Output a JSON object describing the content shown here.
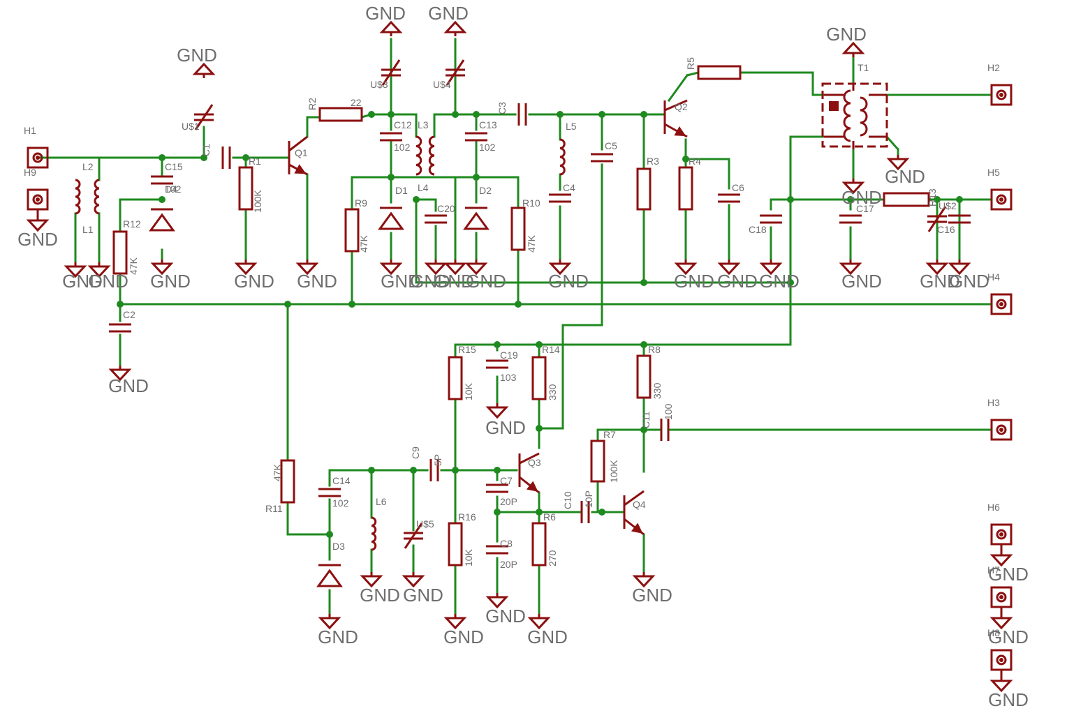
{
  "colors": {
    "wire": "#1f8a1f",
    "part": "#8c1010",
    "text": "#6e6e6e",
    "background": "#ffffff"
  },
  "gnd_label": "GND",
  "resistors": [
    {
      "id": "R1",
      "value": "100K"
    },
    {
      "id": "R2",
      "value": "22"
    },
    {
      "id": "R3",
      "value": ""
    },
    {
      "id": "R4",
      "value": ""
    },
    {
      "id": "R5",
      "value": ""
    },
    {
      "id": "R6",
      "value": "270"
    },
    {
      "id": "R7",
      "value": "100K"
    },
    {
      "id": "R8",
      "value": "330"
    },
    {
      "id": "R9",
      "value": "47K"
    },
    {
      "id": "R10",
      "value": "47K"
    },
    {
      "id": "R11",
      "value": "47K"
    },
    {
      "id": "R12",
      "value": "47K"
    },
    {
      "id": "R13",
      "value": ""
    },
    {
      "id": "R14",
      "value": "330"
    },
    {
      "id": "R15",
      "value": "10K"
    },
    {
      "id": "R16",
      "value": "10K"
    }
  ],
  "capacitors": [
    {
      "id": "C1",
      "value": ""
    },
    {
      "id": "C2",
      "value": ""
    },
    {
      "id": "C3",
      "value": ""
    },
    {
      "id": "C4",
      "value": ""
    },
    {
      "id": "C5",
      "value": ""
    },
    {
      "id": "C6",
      "value": ""
    },
    {
      "id": "C7",
      "value": "20P"
    },
    {
      "id": "C8",
      "value": "20P"
    },
    {
      "id": "C9",
      "value": "5P"
    },
    {
      "id": "C10",
      "value": "10P"
    },
    {
      "id": "C11",
      "value": "100"
    },
    {
      "id": "C12",
      "value": "102"
    },
    {
      "id": "C13",
      "value": "102"
    },
    {
      "id": "C14",
      "value": "102"
    },
    {
      "id": "C15",
      "value": "102"
    },
    {
      "id": "C16",
      "value": ""
    },
    {
      "id": "C17",
      "value": ""
    },
    {
      "id": "C18",
      "value": ""
    },
    {
      "id": "C19",
      "value": "103"
    },
    {
      "id": "C20",
      "value": ""
    }
  ],
  "inductors": [
    "L1",
    "L2",
    "L3",
    "L4",
    "L5",
    "L6"
  ],
  "diodes": [
    "D1",
    "D2",
    "D3",
    "D4"
  ],
  "transistors": [
    "Q1",
    "Q2",
    "Q3",
    "Q4"
  ],
  "trimmers": [
    "U$1",
    "U$2",
    "U$3",
    "U$4",
    "U$5"
  ],
  "transformer": "T1",
  "headers": [
    "H1",
    "H2",
    "H3",
    "H4",
    "H5",
    "H6",
    "H7",
    "H8",
    "H9"
  ]
}
